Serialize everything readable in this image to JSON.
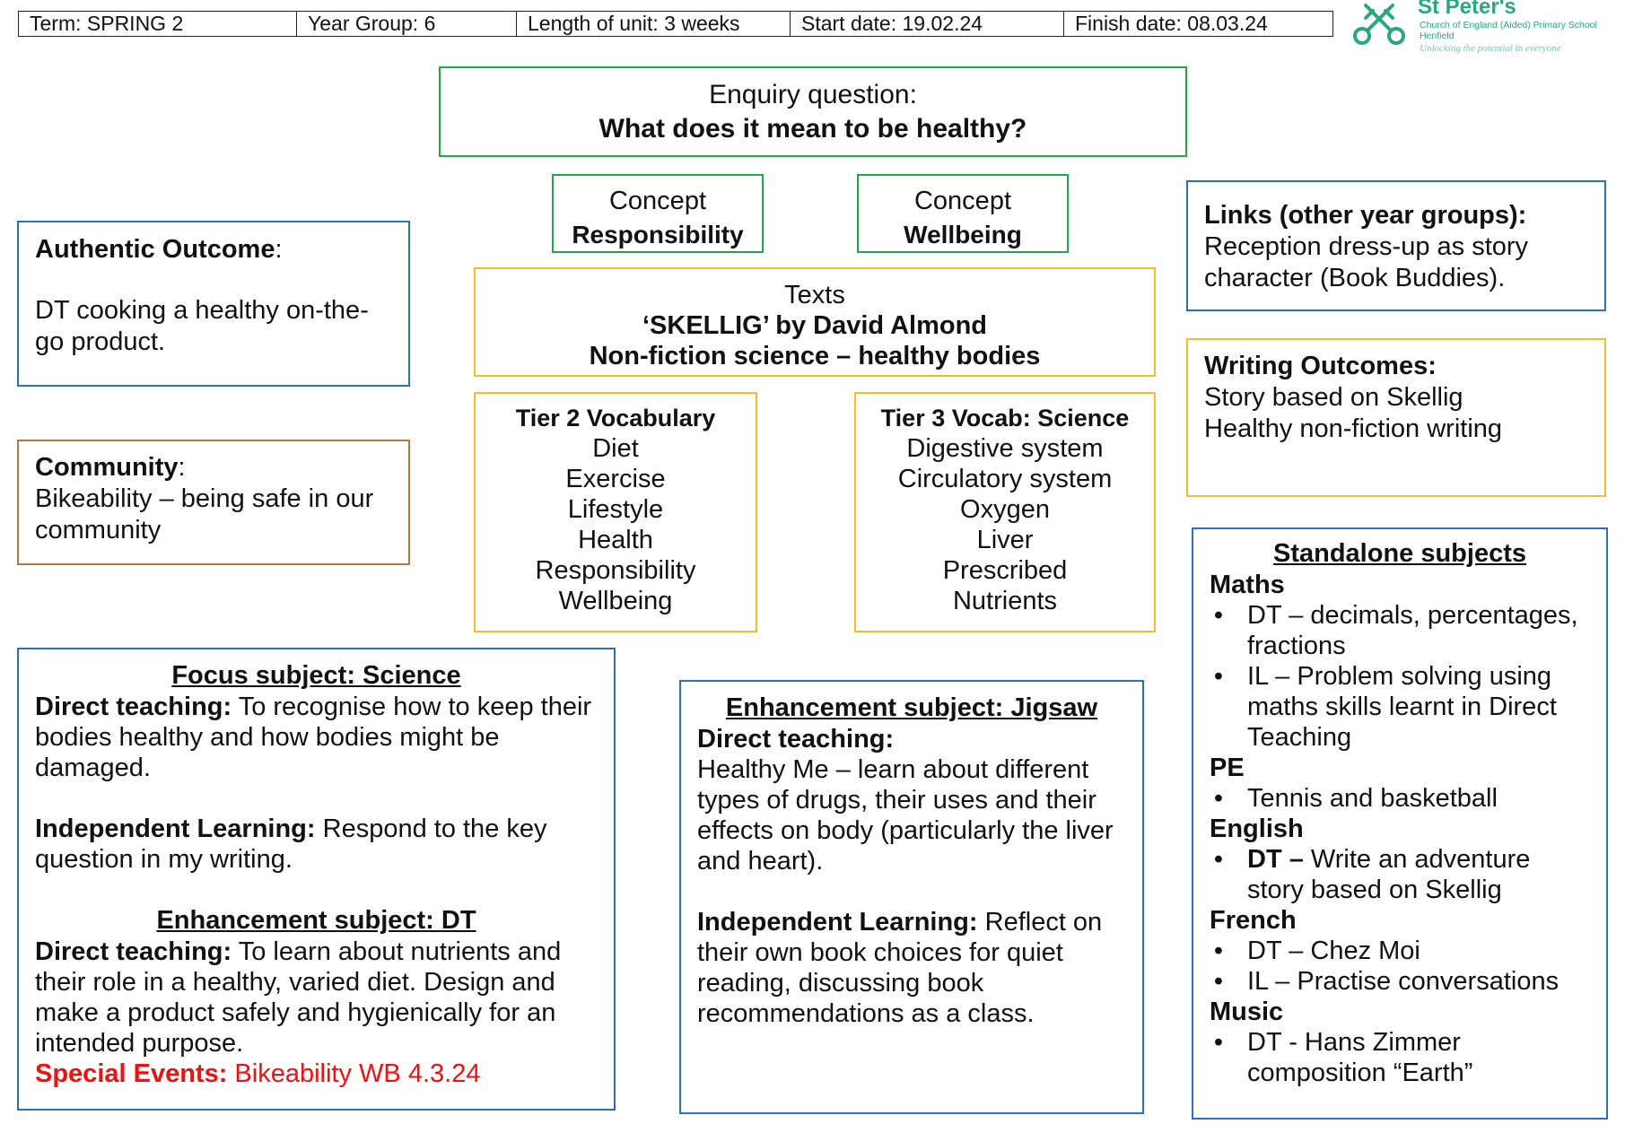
{
  "header": {
    "term": "Term:  SPRING 2",
    "year_group": "Year Group:  6",
    "length": "Length of unit: 3 weeks",
    "start": "Start date:  19.02.24",
    "finish": "Finish date:  08.03.24"
  },
  "logo": {
    "icon": "crossed-keys-icon",
    "name": "St Peter's",
    "sub1": "Church of England (Aided) Primary School",
    "sub2": "Henfield",
    "tagline": "Unlocking the potential in everyone",
    "color": "#2aa77e"
  },
  "enquiry": {
    "label": "Enquiry question:",
    "question": "What does it mean to be healthy?"
  },
  "concepts": [
    {
      "label": "Concept",
      "value": "Responsibility"
    },
    {
      "label": "Concept",
      "value": "Wellbeing"
    }
  ],
  "texts": {
    "label": "Texts",
    "line1": "‘SKELLIG’ by David Almond",
    "line2": "Non-fiction science – healthy bodies"
  },
  "tier2": {
    "title": "Tier 2 Vocabulary",
    "items": [
      "Diet",
      "Exercise",
      "Lifestyle",
      "Health",
      "Responsibility",
      "Wellbeing"
    ]
  },
  "tier3": {
    "title": "Tier 3 Vocab:  Science",
    "items": [
      "Digestive system",
      "Circulatory system",
      "Oxygen",
      "Liver",
      "Prescribed",
      "Nutrients"
    ]
  },
  "authentic": {
    "label": "Authentic Outcome",
    "colon": ":",
    "text": "DT cooking a healthy on-the-go product."
  },
  "community": {
    "label": "Community",
    "colon": ":",
    "text": "Bikeability – being safe in our community"
  },
  "links": {
    "label": "Links (other year groups):",
    "text": "Reception dress-up as story character (Book Buddies)."
  },
  "writing": {
    "label": "Writing Outcomes:",
    "lines": [
      "Story based on Skellig",
      "Healthy non-fiction writing"
    ]
  },
  "focus": {
    "title": "Focus subject: Science",
    "direct_label": "Direct teaching:",
    "direct_text": "  To recognise how to keep their bodies healthy and how bodies might be damaged.",
    "il_label": "Independent Learning:",
    "il_text": "  Respond to the key question in my writing.",
    "dt_title": "Enhancement subject:  DT",
    "dt_direct_label": "Direct teaching:",
    "dt_direct_text": "  To learn about nutrients and their role in a healthy, varied diet.  Design and make a product safely and hygienically for an intended purpose.",
    "special_label": "Special Events:",
    "special_text": "  Bikeability WB 4.3.24",
    "special_color": "#ee1111"
  },
  "jigsaw": {
    "title": "Enhancement subject:  Jigsaw",
    "direct_label": "Direct teaching:",
    "direct_text": "Healthy Me – learn about different types of drugs, their uses and their effects on body (particularly the liver and heart).",
    "il_label": "Independent Learning:",
    "il_text": "  Reflect on their own book choices for quiet reading, discussing book recommendations as a class."
  },
  "standalone": {
    "title": "Standalone subjects",
    "maths": "Maths",
    "maths_items": [
      "DT – decimals, percentages, fractions",
      "IL – Problem solving using maths skills learnt in Direct Teaching"
    ],
    "pe": "PE",
    "pe_items": [
      "Tennis and basketball"
    ],
    "english": "English",
    "english_bold": "DT –",
    "english_text": " Write an adventure story based on Skellig",
    "french": "French",
    "french_items": [
      "DT – Chez Moi",
      "IL – Practise conversations"
    ],
    "music": "Music",
    "music_items": [
      "DT - Hans Zimmer composition “Earth”"
    ]
  },
  "colors": {
    "green": "#22a84a",
    "blue": "#2a6fc0",
    "orange": "#f2be2a",
    "brown": "#b27a3c"
  }
}
